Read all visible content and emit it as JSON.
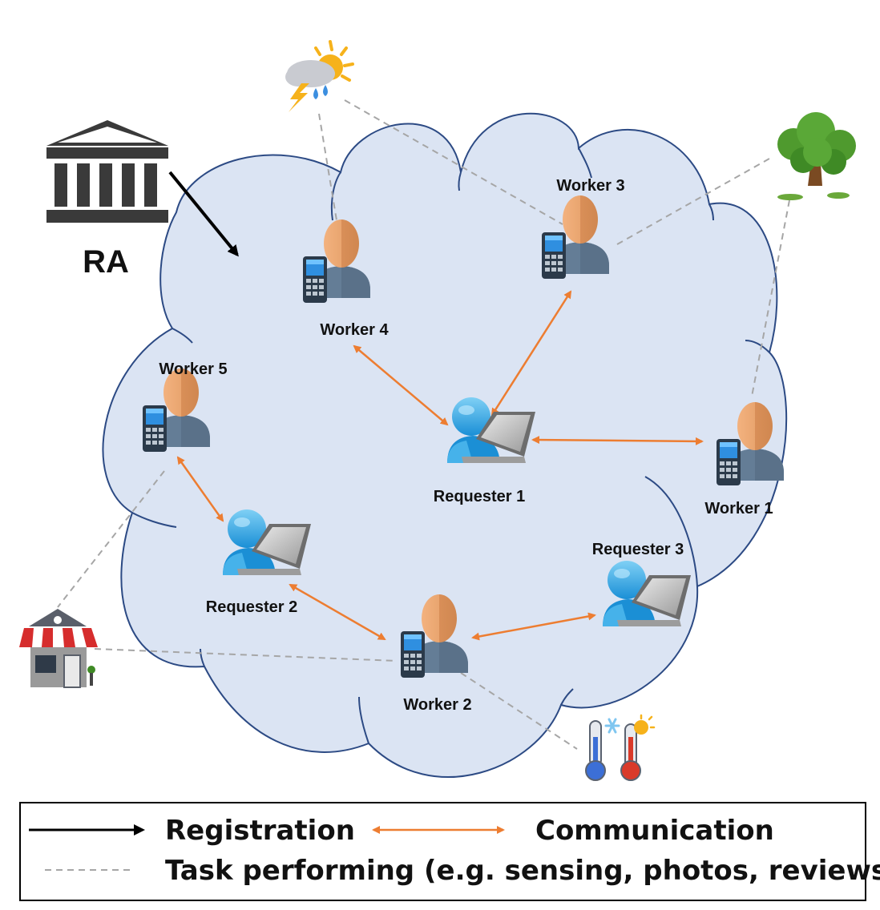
{
  "ra": {
    "label": "RA"
  },
  "workers": {
    "w1": "Worker 1",
    "w2": "Worker 2",
    "w3": "Worker 3",
    "w4": "Worker 4",
    "w5": "Worker 5"
  },
  "requesters": {
    "r1": "Requester 1",
    "r2": "Requester 2",
    "r3": "Requester 3"
  },
  "legend": {
    "registration": "Registration",
    "communication": "Communication",
    "task": "Task performing (e.g. sensing, photos, reviews)"
  },
  "colors": {
    "cloud_fill": "#dbe4f3",
    "cloud_stroke": "#2c4a84",
    "communication": "#ed7d31",
    "task_line": "#a6a6a6",
    "registration": "#000000"
  },
  "icons": [
    "bank-building-icon",
    "weather-icon",
    "tree-icon",
    "shop-icon",
    "thermometer-icon",
    "mobile-phone-icon",
    "person-icon",
    "laptop-user-icon"
  ]
}
